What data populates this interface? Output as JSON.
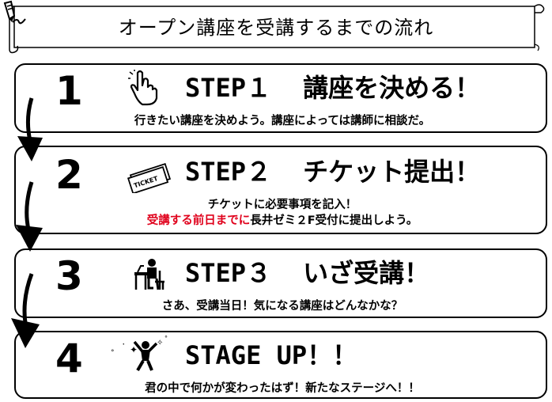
{
  "banner": {
    "title": "オープン講座を受講するまでの流れ"
  },
  "steps": [
    {
      "number": "1",
      "label": "STEP１",
      "title": "講座を決める！",
      "icon": "pointing-hand-icon",
      "description": "行きたい講座を決めよう。講座によっては講師に相談だ。"
    },
    {
      "number": "2",
      "label": "STEP２",
      "title": "チケット提出！",
      "icon": "ticket-icon",
      "icon_text": "TICKET",
      "description_line1": "チケットに必要事項を記入！",
      "description_line2_red": "受講する前日までに",
      "description_line2_rest": "長井ゼミ２F受付に提出しよう。"
    },
    {
      "number": "3",
      "label": "STEP３",
      "title": "いざ受講！",
      "icon": "student-desk-icon",
      "description": "さあ、受講当日！気になる講座はどんなかな？"
    },
    {
      "number": "4",
      "label": "STAGE UP！！",
      "icon": "celebrating-person-icon",
      "description": "君の中で何かが変わったはず！新たなステージへ！！"
    }
  ],
  "colors": {
    "accent_red": "#e0001b",
    "ink": "#000000"
  }
}
